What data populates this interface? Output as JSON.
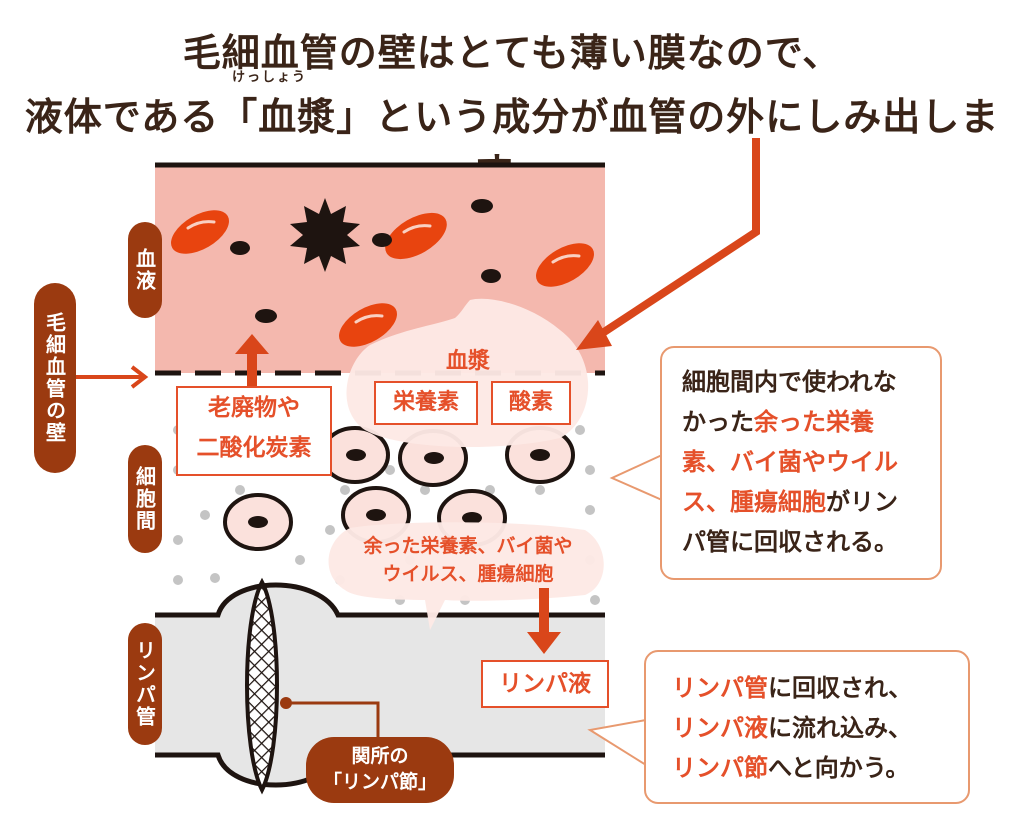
{
  "title": {
    "line1": "毛細血管の壁はとても薄い膜なので、",
    "line2": "液体である「血漿」という成分が血管の外にしみ出します。",
    "ruby": "けっしょう"
  },
  "labels": {
    "blood": "血液",
    "capillary_wall": "毛細血管の壁",
    "interstitial": "細胞間",
    "lymph_vessel": "リンパ管"
  },
  "plasma": {
    "title": "血漿",
    "nutrients": "栄養素",
    "oxygen": "酸素"
  },
  "waste_box": {
    "line1": "老廃物や",
    "line2": "二酸化炭素"
  },
  "cloud2": {
    "line1": "余った栄養素、バイ菌や",
    "line2": "ウイルス、腫瘍細胞"
  },
  "lymph_fluid": "リンパ液",
  "node_label": {
    "line1": "関所の",
    "line2": "「リンパ節」"
  },
  "callout1": {
    "p1": "細胞間内で使われな",
    "p2": "かった",
    "h1": "余った栄養",
    "h2": "素、バイ菌やウイル",
    "h3": "ス、腫瘍細胞",
    "p3": "がリン",
    "p4": "パ管に回収される。"
  },
  "callout2": {
    "h1": "リンパ管",
    "p1": "に回収され、",
    "h2": "リンパ液",
    "p2": "に流れ込み、",
    "h3": "リンパ節",
    "p3": "へと向かう。"
  },
  "colors": {
    "accent": "#e5502a",
    "dark_brown": "#9b3a10",
    "blood_bg": "#f4b8ae",
    "lymph_bg": "#e6e6e6"
  }
}
